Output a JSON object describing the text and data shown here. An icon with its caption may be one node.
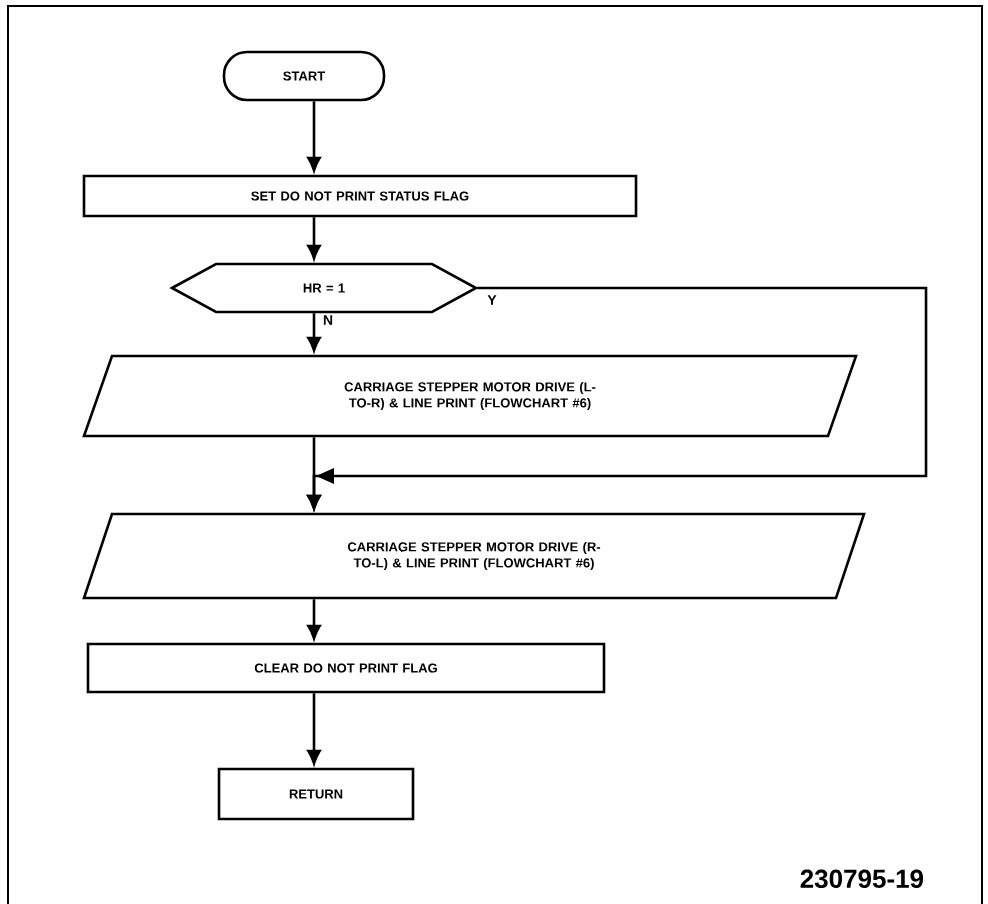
{
  "diagram": {
    "nodes": [
      {
        "text": [
          "START"
        ]
      },
      {
        "text": [
          "SET DO NOT PRINT STATUS FLAG"
        ]
      },
      {
        "text": [
          "HR = 1"
        ]
      },
      {
        "text": [
          "CARRIAGE STEPPER MOTOR DRIVE (L-TO-R) & LINE PRINT (FLOWCHART #6)"
        ]
      },
      {
        "text": [
          "CARRIAGE STEPPER MOTOR DRIVE (R-TO-L) & LINE PRINT (FLOWCHART #6)"
        ]
      },
      {
        "text": [
          "CLEAR DO NOT PRINT FLAG"
        ]
      },
      {
        "text": [
          "RETURN"
        ]
      }
    ],
    "edges": [
      {
        "from": 0,
        "to": 1,
        "arrow": "to"
      },
      {
        "from": 1,
        "to": 2,
        "arrow": "to"
      },
      {
        "from": 2,
        "to": 3,
        "label": "N",
        "arrow": "to"
      },
      {
        "from": 2,
        "to": 4,
        "label": "Y",
        "arrow": "to"
      },
      {
        "from": 3,
        "to": 4,
        "arrow": "to"
      },
      {
        "from": 4,
        "to": 5,
        "arrow": "to"
      },
      {
        "from": 5,
        "to": 6,
        "arrow": "to"
      }
    ],
    "labels": [
      "230795-19"
    ]
  }
}
